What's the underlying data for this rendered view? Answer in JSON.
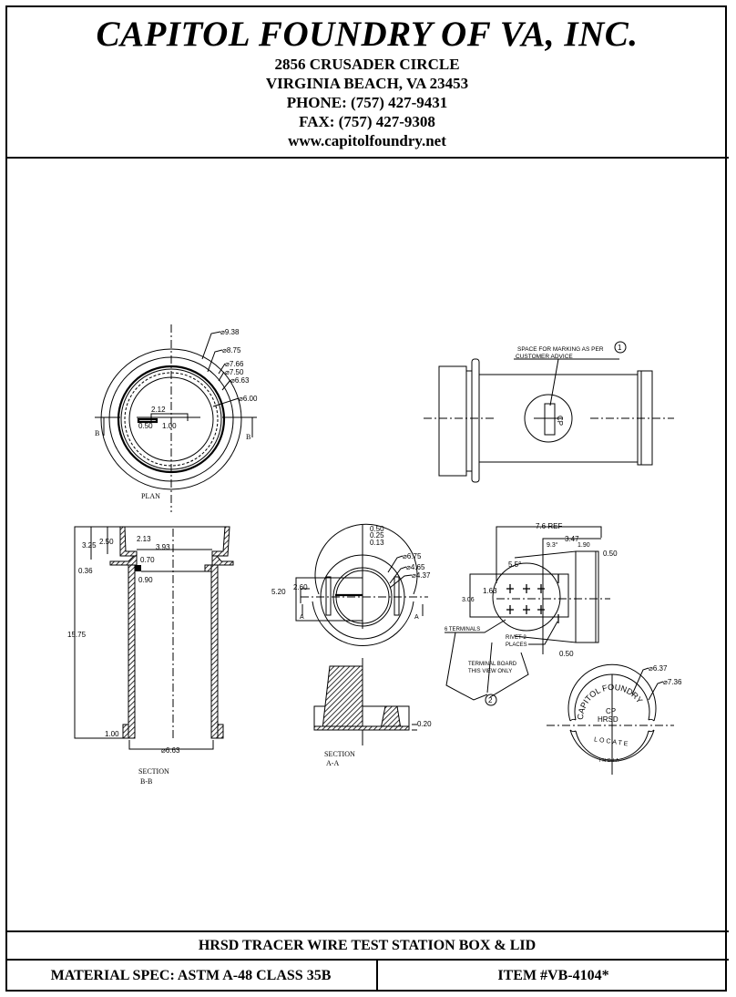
{
  "header": {
    "company": "CAPITOL FOUNDRY OF VA, INC.",
    "address_line1": "2856 CRUSADER CIRCLE",
    "address_line2": "VIRGINIA BEACH, VA 23453",
    "phone": "PHONE: (757) 427-9431",
    "fax": "FAX: (757) 427-9308",
    "website": "www.capitolfoundry.net"
  },
  "drawing": {
    "plan": {
      "title": "PLAN",
      "dims": [
        "⌀9.38",
        "⌀8.75",
        "⌀7.66",
        "⌀7.50",
        "⌀6.63",
        "⌀6.00",
        "2.12",
        "0.50",
        "1.00"
      ],
      "section_marker": "B"
    },
    "side_view": {
      "note_line1": "SPACE FOR MARKING AS PER",
      "note_line2": "CUSTOMER ADVICE",
      "callout": "1",
      "marking": "CP"
    },
    "section_bb": {
      "dims": [
        "3.25",
        "2.50",
        "2.13",
        "3.93",
        "0.70",
        "0.36",
        "0.90",
        "15.75",
        "1.00",
        "⌀6.63"
      ],
      "title": "SECTION",
      "subtitle": "B-B"
    },
    "lid_plan": {
      "dims": [
        "0.50",
        "0.25",
        "0.13",
        "⌀6.75",
        "⌀4.65",
        "⌀4.37",
        "5.20",
        "2.60"
      ],
      "section_marker": "A"
    },
    "section_aa": {
      "dims": [
        "0.20"
      ],
      "title": "SECTION",
      "subtitle": "A-A"
    },
    "terminal": {
      "dims": [
        "7.6 REF",
        "3.47",
        "9.3°",
        "1.90",
        "0.50",
        "5.5°",
        "1.63",
        "3.06",
        "0.50"
      ],
      "terminals_note": "6 TERMINALS",
      "rivet_line1": "RIVET-2",
      "rivet_line2": "PLACES",
      "board_line1": "TERMINAL BOARD",
      "board_line2": "THIS VIEW ONLY",
      "callout": "2"
    },
    "lid_top": {
      "dims": [
        "⌀6.37",
        "⌀7.36"
      ],
      "arc_text": "CAPITOL FOUNDRY",
      "line1": "CP",
      "line2": "HRSD",
      "locate": "LOCATE",
      "origin": "INDIA"
    }
  },
  "title_block": {
    "title": "HRSD TRACER WIRE TEST STATION BOX & LID",
    "material_spec": "MATERIAL SPEC:  ASTM A-48 CLASS 35B",
    "item": "ITEM #VB-4104*"
  }
}
